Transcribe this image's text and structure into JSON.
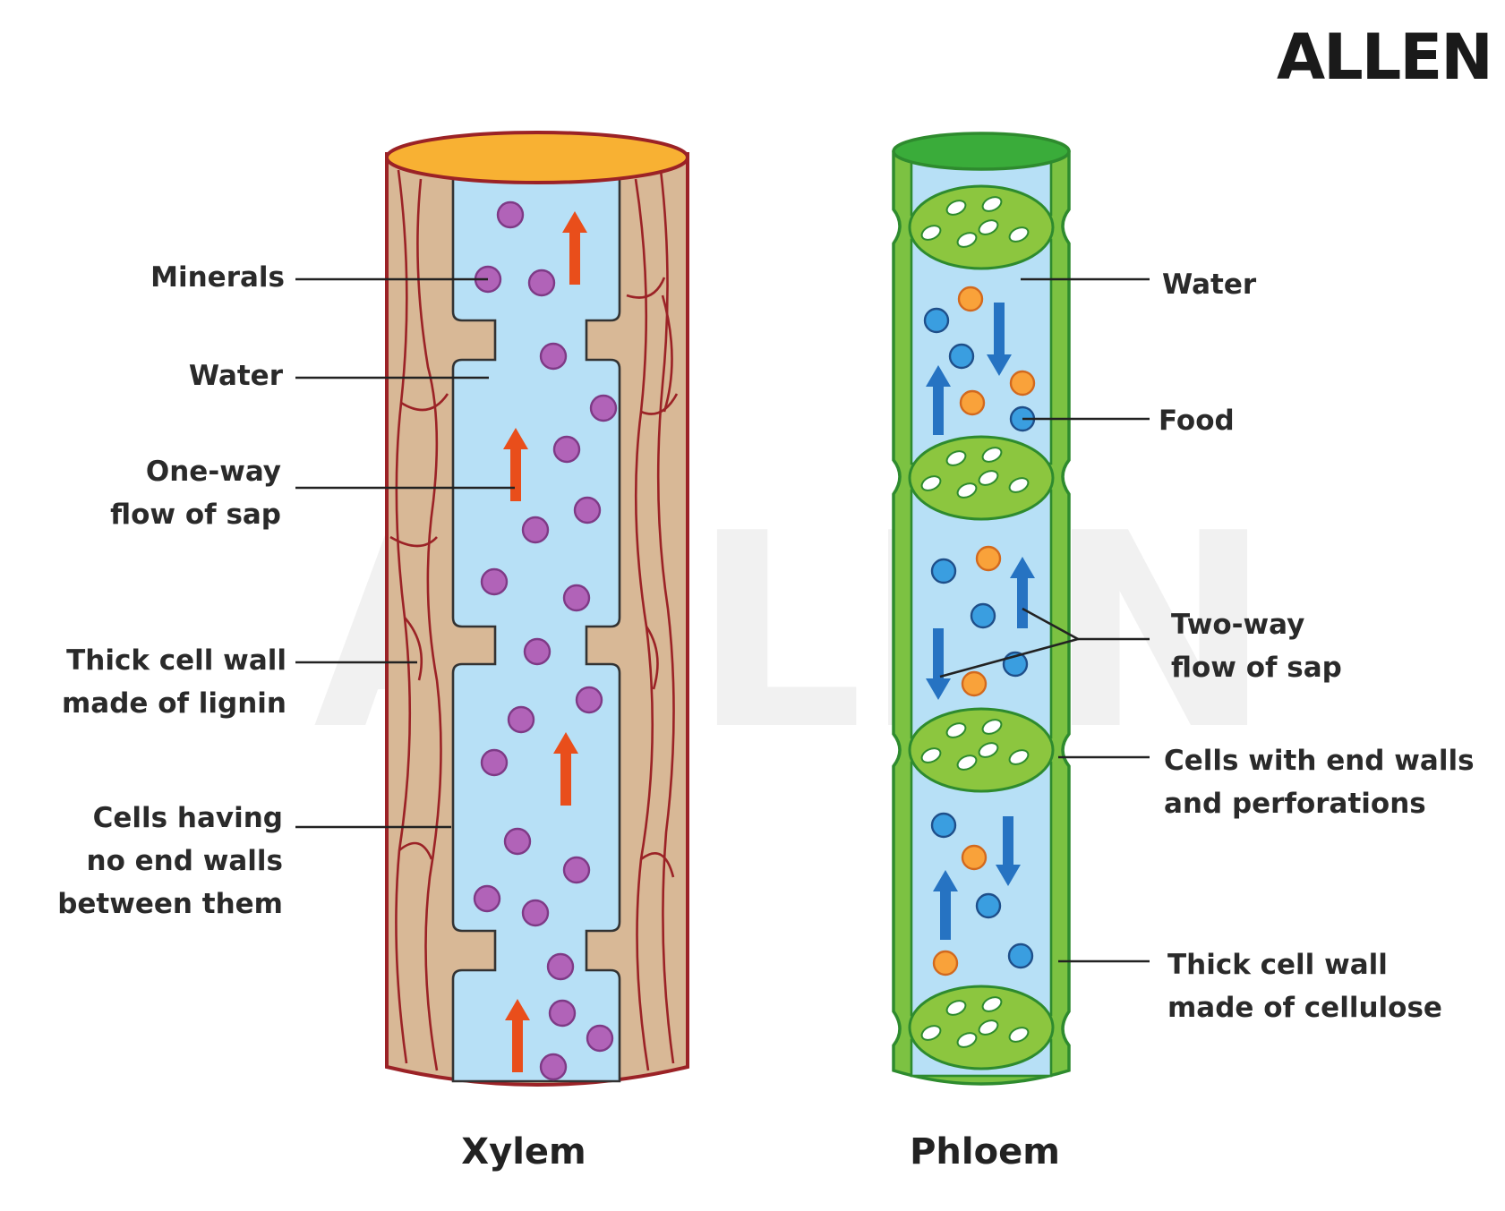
{
  "brand": {
    "logo_text": "ALLEN",
    "watermark_text": "ALLEN"
  },
  "colors": {
    "xylem_wall": "#d8b896",
    "xylem_outline": "#9b2226",
    "xylem_top": "#f8b133",
    "sap": "#b7e0f6",
    "mineral": "#b163b8",
    "xylem_arrow": "#e94e1b",
    "phloem_wall": "#7cc242",
    "phloem_outline": "#2e8b2e",
    "phloem_top": "#3aac3a",
    "sieve_plate": "#8cc63f",
    "food": "#3a9ee0",
    "food_orange": "#f9a23a",
    "phloem_arrow": "#2673c2"
  },
  "xylem": {
    "title": "Xylem",
    "labels": {
      "minerals": "Minerals",
      "water": "Water",
      "flow_1": "One-way",
      "flow_2": "flow of sap",
      "wall_1": "Thick cell wall",
      "wall_2": "made of lignin",
      "cells_1": "Cells having",
      "cells_2": "no end walls",
      "cells_3": "between them"
    }
  },
  "phloem": {
    "title": "Phloem",
    "labels": {
      "water": "Water",
      "food": "Food",
      "flow_1": "Two-way",
      "flow_2": "flow of sap",
      "end_1": "Cells with end walls",
      "end_2": "and perforations",
      "wall_1": "Thick cell wall",
      "wall_2": "made of cellulose"
    }
  }
}
